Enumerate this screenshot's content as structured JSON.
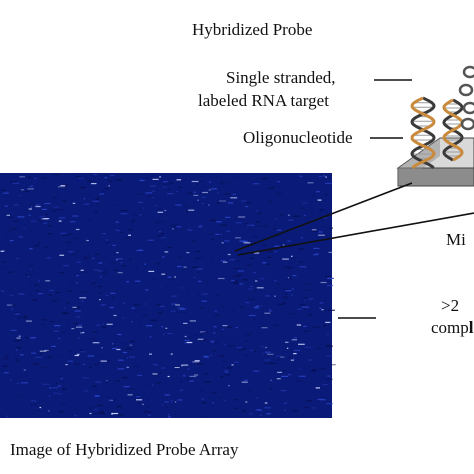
{
  "labels": {
    "hybridized_probe": "Hybridized Probe",
    "rna_target_line1": "Single stranded,",
    "rna_target_line2": "labeled RNA target",
    "oligonucleotide": "Oligonucleotide",
    "microarray_partial": "Mi",
    "count_partial_line1": ">2",
    "count_partial_line2_regular": "comp",
    "count_partial_line2_bold": "l",
    "array_image_caption": "Image of Hybridized Probe Array"
  },
  "colors": {
    "array_background": "#0a1a78",
    "array_dark": "#060f52",
    "array_spot": "#cfd8ff",
    "chip_top": "#d9d9d9",
    "chip_side": "#8c8c8c",
    "helix_strand_a": "#3a3a3a",
    "helix_strand_b": "#c98a3c",
    "rna_strand": "#555555"
  },
  "icons": {
    "array_image": "microarray-scan-image",
    "probe": "dna-double-helix-icon",
    "chip": "chip-slide-icon"
  }
}
